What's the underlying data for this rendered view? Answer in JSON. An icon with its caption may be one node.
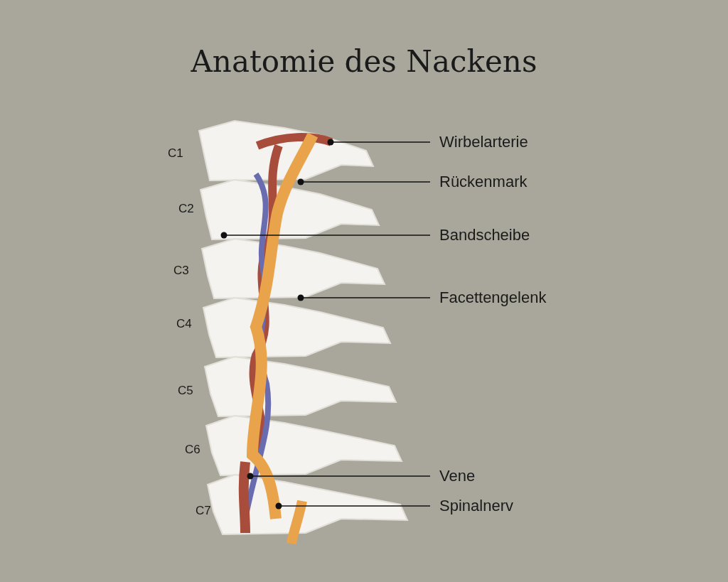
{
  "diagram": {
    "title": "Anatomie des Nackens",
    "nodes": [
      {
        "text": [
          "Wirbelarterie"
        ]
      },
      {
        "text": [
          "Rückenmark"
        ]
      },
      {
        "text": [
          "Bandscheibe"
        ]
      },
      {
        "text": [
          "Facettengelenk"
        ]
      },
      {
        "text": [
          "Vene"
        ]
      },
      {
        "text": [
          "Spinalnerv"
        ]
      }
    ],
    "edges": [
      {
        "from": 0,
        "to": null,
        "arrow": "other"
      },
      {
        "from": 1,
        "to": null,
        "arrow": "other"
      },
      {
        "from": 2,
        "to": null,
        "arrow": "other"
      },
      {
        "from": 3,
        "to": null,
        "arrow": "other"
      },
      {
        "from": 4,
        "to": null,
        "arrow": "other"
      },
      {
        "from": 5,
        "to": null,
        "arrow": "other"
      }
    ],
    "labels": [
      "C1",
      "C2",
      "C3",
      "C4",
      "C5",
      "C6",
      "C7"
    ]
  }
}
